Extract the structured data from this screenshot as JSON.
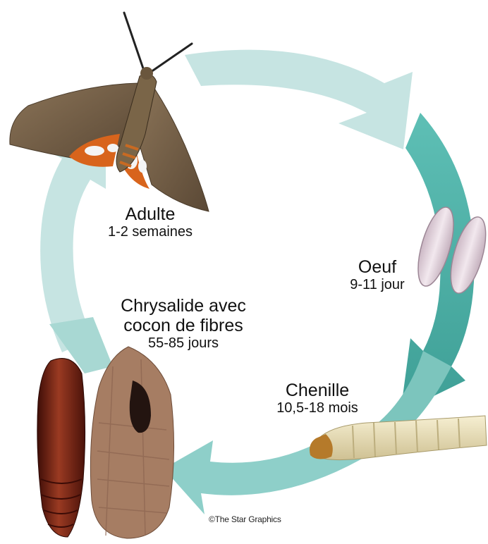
{
  "diagram": {
    "stages": [
      {
        "id": "adult",
        "name": "Adulte",
        "duration": "1-2 semaines"
      },
      {
        "id": "egg",
        "name": "Oeuf",
        "duration": "9-11 jour"
      },
      {
        "id": "larva",
        "name": "Chenille",
        "duration": "10,5-18 mois"
      },
      {
        "id": "pupa",
        "name": "Chrysalide avec",
        "name_line2": "cocon de fibres",
        "duration": "55-85 jours"
      }
    ],
    "copyright": "©The Star Graphics",
    "colors": {
      "arrow_light": "#c6e4e2",
      "arrow_mid": "#8ecfc9",
      "arrow_dark": "#4fb4aa",
      "moth_wing": "#6e5a43",
      "moth_hindwing": "#d8641c",
      "egg": "#e8dce4",
      "larva": "#ece3bd",
      "pupa": "#6e1c12",
      "cocoon": "#a67d63"
    }
  }
}
